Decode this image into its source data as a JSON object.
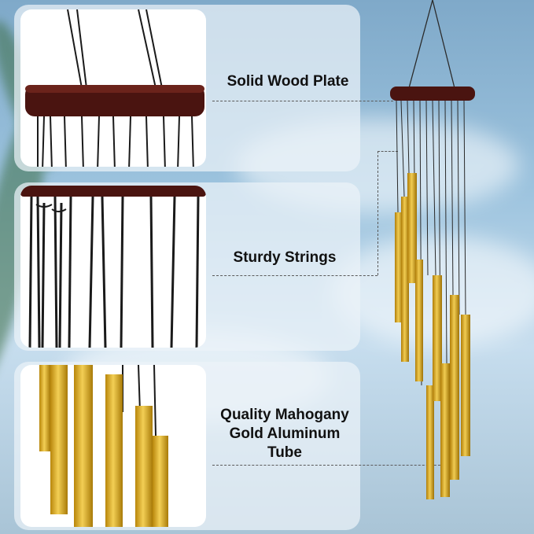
{
  "captions": {
    "wood_plate": "Solid Wood Plate",
    "strings": "Sturdy Strings",
    "tube_line1": "Quality Mahogany",
    "tube_line2": "Gold Aluminum",
    "tube_line3": "Tube"
  },
  "colors": {
    "wood": "#4a1410",
    "gold": "#d4a520",
    "string": "#1a1a1a",
    "sky": "#9cc3de"
  }
}
